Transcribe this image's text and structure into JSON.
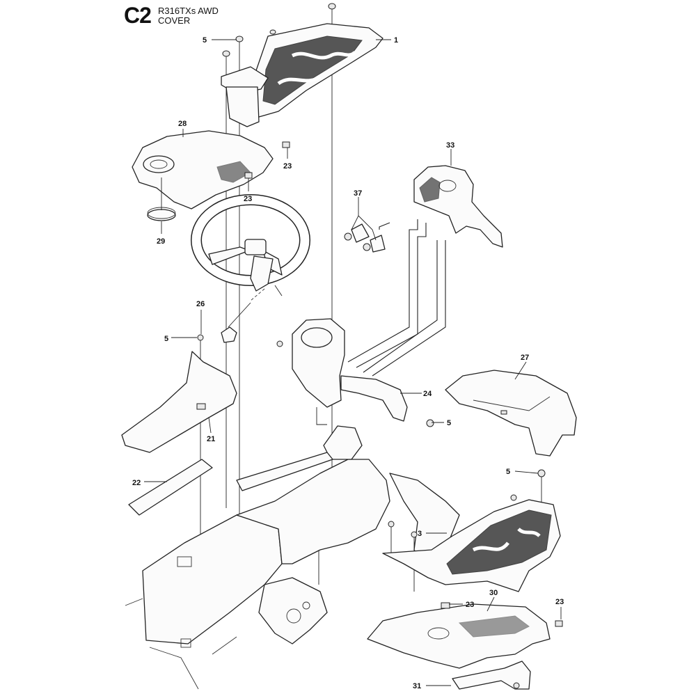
{
  "header": {
    "section_code": "C2",
    "model": "R316TXs AWD",
    "group_name": "COVER"
  },
  "callouts": [
    {
      "id": "c1",
      "label": "1"
    },
    {
      "id": "c5a",
      "label": "5"
    },
    {
      "id": "c28",
      "label": "28"
    },
    {
      "id": "c23a",
      "label": "23"
    },
    {
      "id": "c23b",
      "label": "23"
    },
    {
      "id": "c29",
      "label": "29"
    },
    {
      "id": "c33",
      "label": "33"
    },
    {
      "id": "c37",
      "label": "37"
    },
    {
      "id": "c26",
      "label": "26"
    },
    {
      "id": "c5b",
      "label": "5"
    },
    {
      "id": "c27",
      "label": "27"
    },
    {
      "id": "c24",
      "label": "24"
    },
    {
      "id": "c5c",
      "label": "5"
    },
    {
      "id": "c21",
      "label": "21"
    },
    {
      "id": "c22",
      "label": "22"
    },
    {
      "id": "c5d",
      "label": "5"
    },
    {
      "id": "c3",
      "label": "3"
    },
    {
      "id": "c23c",
      "label": "23"
    },
    {
      "id": "c30",
      "label": "30"
    },
    {
      "id": "c23d",
      "label": "23"
    },
    {
      "id": "c31",
      "label": "31"
    }
  ]
}
